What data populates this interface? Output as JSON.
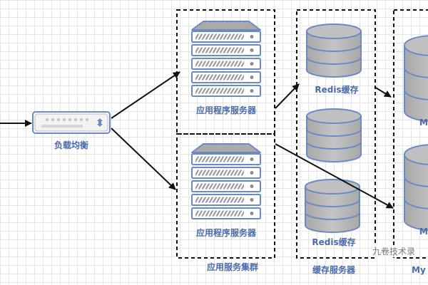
{
  "load_balancer": {
    "label": "负载均衡",
    "icon": "load-balancer-icon"
  },
  "app_group": {
    "label": "应用服务集群",
    "servers": [
      {
        "label": "应用程序服务器",
        "icon": "server-rack-icon"
      },
      {
        "label": "应用程序服务器",
        "icon": "server-rack-icon"
      }
    ]
  },
  "cache_group": {
    "label": "缓存服务器",
    "nodes": [
      {
        "label": "Redis缓存",
        "icon": "database-icon"
      },
      {
        "label": "",
        "icon": "database-icon"
      },
      {
        "label": "Redis缓存",
        "icon": "database-icon"
      }
    ]
  },
  "db_group": {
    "label": "My",
    "nodes": [
      {
        "label": "M",
        "icon": "database-icon"
      },
      {
        "label": "M",
        "icon": "database-icon"
      }
    ]
  },
  "watermark": "九卷技术录",
  "colors": {
    "accent": "#4a6aa8",
    "stroke": "#6a8ac4",
    "fill": "#b8b8b8",
    "arrow": "#111111"
  }
}
